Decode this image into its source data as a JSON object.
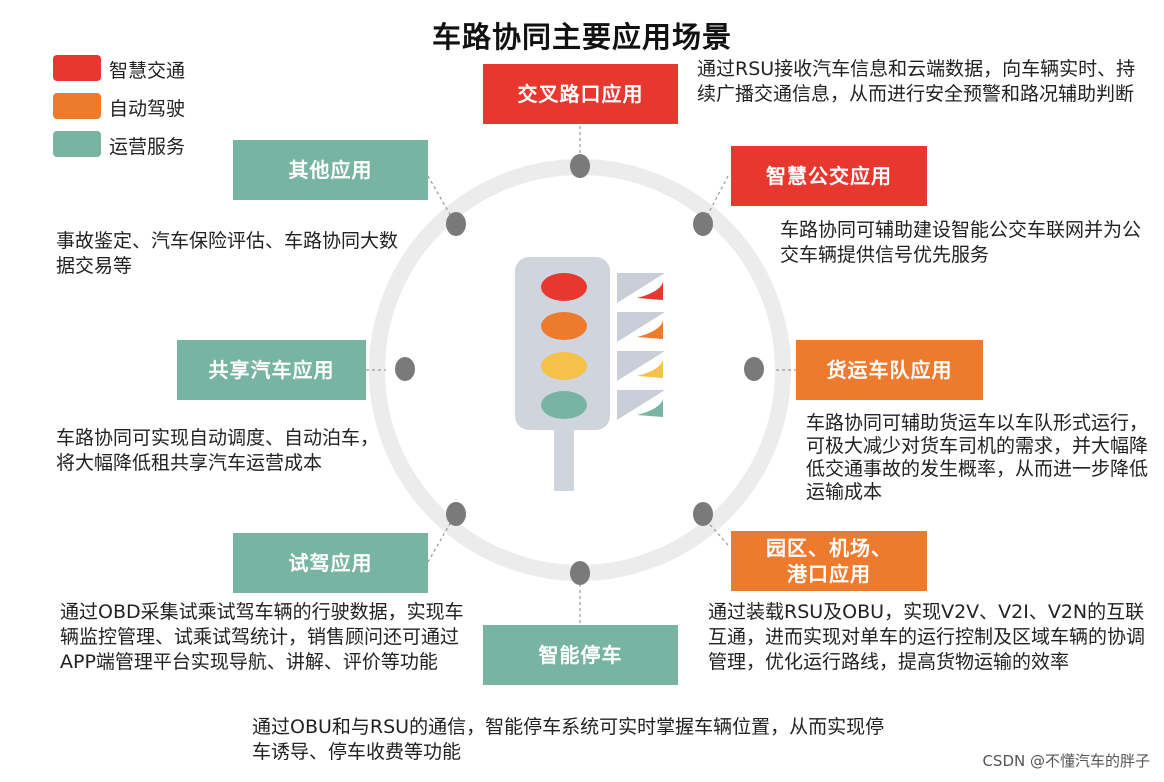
{
  "title": "车路协同主要应用场景",
  "colors": {
    "smart_traffic": "#e8372e",
    "autonomous": "#ee7a2e",
    "operations": "#78b4a2",
    "ring": "#ececec",
    "dot": "#7a7a7a"
  },
  "legend": [
    {
      "label": "智慧交通",
      "color": "#e8372e"
    },
    {
      "label": "自动驾驶",
      "color": "#ee7a2e"
    },
    {
      "label": "运营服务",
      "color": "#78b4a2"
    }
  ],
  "scenarios": {
    "intersection": {
      "label": "交叉路口应用",
      "desc": "通过RSU接收汽车信息和云端数据，向车辆实时、持续广播交通信息，从而进行安全预警和路况辅助判断"
    },
    "bus": {
      "label": "智慧公交应用",
      "desc": "车路协同可辅助建设智能公交车联网并为公交车辆提供信号优先服务"
    },
    "freight": {
      "label": "货运车队应用",
      "desc": "车路协同可辅助货运车以车队形式运行，可极大减少对货车司机的需求，并大幅降低交通事故的发生概率，从而进一步降低运输成本"
    },
    "park": {
      "label_line1": "园区、机场、",
      "label_line2": "港口应用",
      "desc": "通过装载RSU及OBU，实现V2V、V2I、V2N的互联互通，进而实现对单车的运行控制及区域车辆的协调管理，优化运行路线，提高货物运输的效率"
    },
    "parking": {
      "label": "智能停车",
      "desc": "通过OBU和与RSU的通信，智能停车系统可实时掌握车辆位置，从而实现停车诱导、停车收费等功能"
    },
    "test_drive": {
      "label": "试驾应用",
      "desc": "通过OBD采集试乘试驾车辆的行驶数据，实现车辆监控管理、试乘试驾统计，销售顾问还可通过APP端管理平台实现导航、讲解、评价等功能"
    },
    "sharing": {
      "label": "共享汽车应用",
      "desc": "车路协同可实现自动调度、自动泊车，将大幅降低租共享汽车运营成本"
    },
    "other": {
      "label": "其他应用",
      "desc": "事故鉴定、汽车保险评估、车路协同大数据交易等"
    }
  },
  "watermark": "CSDN @不懂汽车的胖子"
}
